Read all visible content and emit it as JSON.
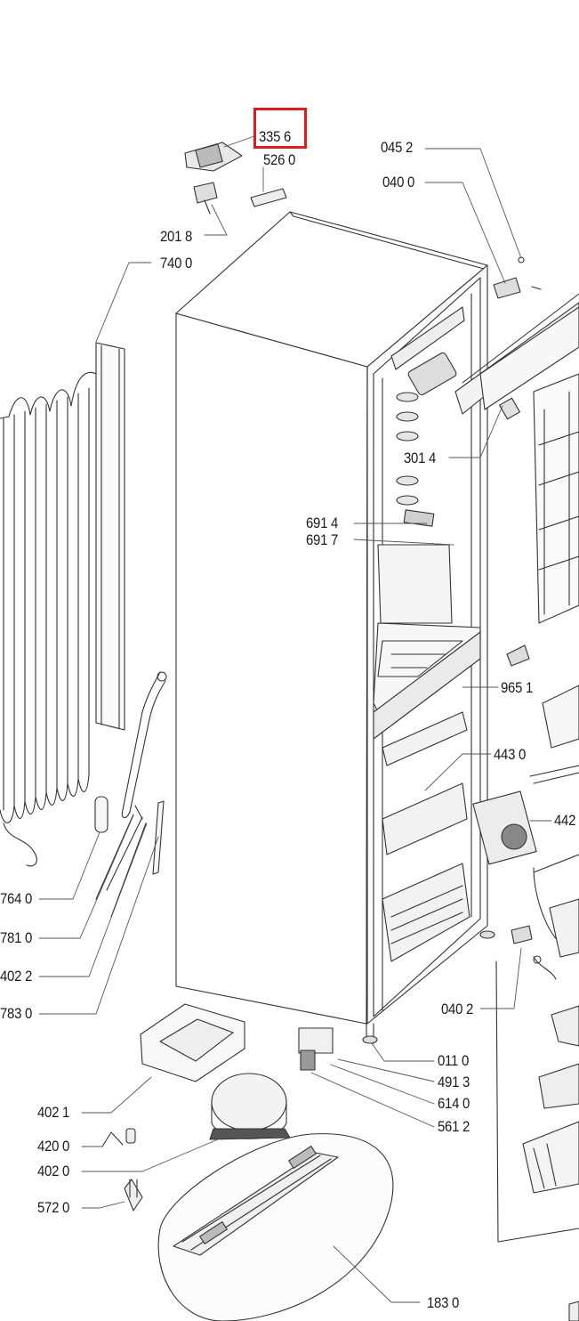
{
  "highlight_color": "#e31a1a",
  "callouts": {
    "c3356": "335 6",
    "c5260": "526 0",
    "c2018": "201 8",
    "c7400": "740 0",
    "c0452": "045 2",
    "c0400": "040 0",
    "c3014": "301 4",
    "c6914": "691 4",
    "c6917": "691 7",
    "c9651": "965 1",
    "c4430": "443 0",
    "c442": "442",
    "c7640": "764 0",
    "c7810": "781 0",
    "c4022": "402 2",
    "c7830": "783 0",
    "c0402": "040 2",
    "c0110": "011 0",
    "c4913": "491 3",
    "c6140": "614 0",
    "c5612": "561 2",
    "c4021": "402 1",
    "c4200": "420 0",
    "c4020": "402 0",
    "c5720": "572 0",
    "c1830": "183 0"
  }
}
